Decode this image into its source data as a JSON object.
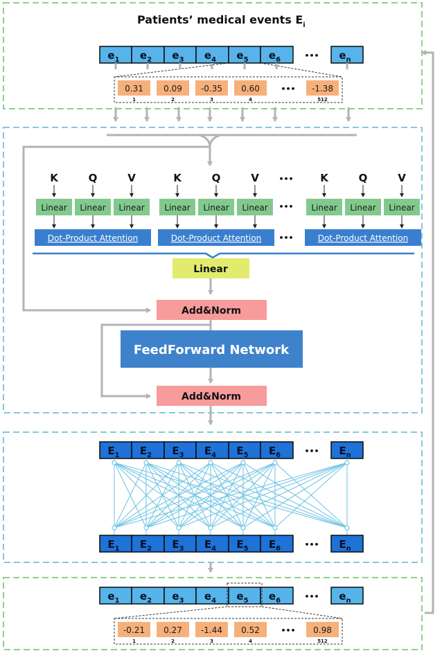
{
  "title": "Patients’ medical events E",
  "title_sub": "i",
  "events": [
    {
      "main": "e",
      "sub": "1"
    },
    {
      "main": "e",
      "sub": "2"
    },
    {
      "main": "e",
      "sub": "3"
    },
    {
      "main": "e",
      "sub": "4"
    },
    {
      "main": "e",
      "sub": "5"
    },
    {
      "main": "e",
      "sub": "6"
    },
    {
      "main": "e",
      "sub": "n"
    }
  ],
  "encoded": [
    {
      "main": "E",
      "sub": "1"
    },
    {
      "main": "E",
      "sub": "2"
    },
    {
      "main": "E",
      "sub": "3"
    },
    {
      "main": "E",
      "sub": "4"
    },
    {
      "main": "E",
      "sub": "5"
    },
    {
      "main": "E",
      "sub": "6"
    },
    {
      "main": "E",
      "sub": "n"
    }
  ],
  "ellipsis": "•••",
  "embedding_top": {
    "values": [
      "0.31",
      "0.09",
      "-0.35",
      "0.60",
      "-1.38"
    ],
    "indices": [
      "1",
      "2",
      "3",
      "4",
      "512"
    ]
  },
  "embedding_bottom": {
    "values": [
      "-0.21",
      "0.27",
      "-1.44",
      "0.52",
      "0.98"
    ],
    "indices": [
      "1",
      "2",
      "3",
      "4",
      "512"
    ]
  },
  "head_inputs": [
    "K",
    "Q",
    "V"
  ],
  "linear_label": "Linear",
  "attention_label": "Dot-Product Attention",
  "concat_linear_label": "Linear",
  "addnorm_label": "Add&Norm",
  "ffn_label": "FeedForward Network",
  "colors": {
    "green_border": "#8fcf8a",
    "blue_border": "#86c6dd",
    "event_fill": "#56b4ea",
    "encoded_fill": "#1e72d8",
    "embed_fill": "#f6b07a",
    "linear_fill": "#82c98d",
    "attention_fill": "#3a7fcf",
    "concat_linear_fill": "#e3eb6d",
    "addnorm_fill": "#f79b9b",
    "ffn_fill": "#3f82cc",
    "arrow_gray": "#b3b3b3",
    "connection_line": "#75c6e4"
  }
}
